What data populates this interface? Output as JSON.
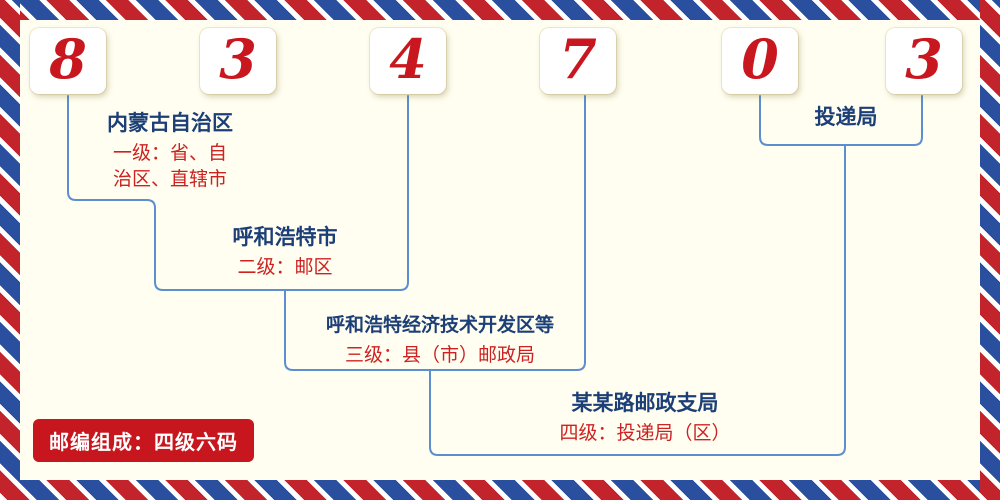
{
  "postal_code": {
    "digits": [
      "8",
      "3",
      "4",
      "7",
      "0",
      "3"
    ]
  },
  "levels": [
    {
      "name": "内蒙古自治区",
      "desc_lines": [
        "一级：省、自",
        "治区、直辖市"
      ]
    },
    {
      "name": "呼和浩特市",
      "desc_lines": [
        "二级：邮区"
      ]
    },
    {
      "name": "呼和浩特经济技术开发区等",
      "desc_lines": [
        "三级：县（市）邮政局"
      ]
    },
    {
      "name": "某某路邮政支局",
      "desc_lines": [
        "四级：投递局（区）"
      ]
    },
    {
      "name": "投递局",
      "desc_lines": []
    }
  ],
  "badge": {
    "text": "邮编组成：四级六码"
  },
  "colors": {
    "background": "#fffef0",
    "digit_red": "#c8171e",
    "title_navy": "#1c3f77",
    "desc_red": "#cc2222",
    "line_blue": "#5b8fcf",
    "badge_bg": "#c8161e",
    "stripe_red": "#c3242b",
    "stripe_blue": "#2a4f9e"
  }
}
